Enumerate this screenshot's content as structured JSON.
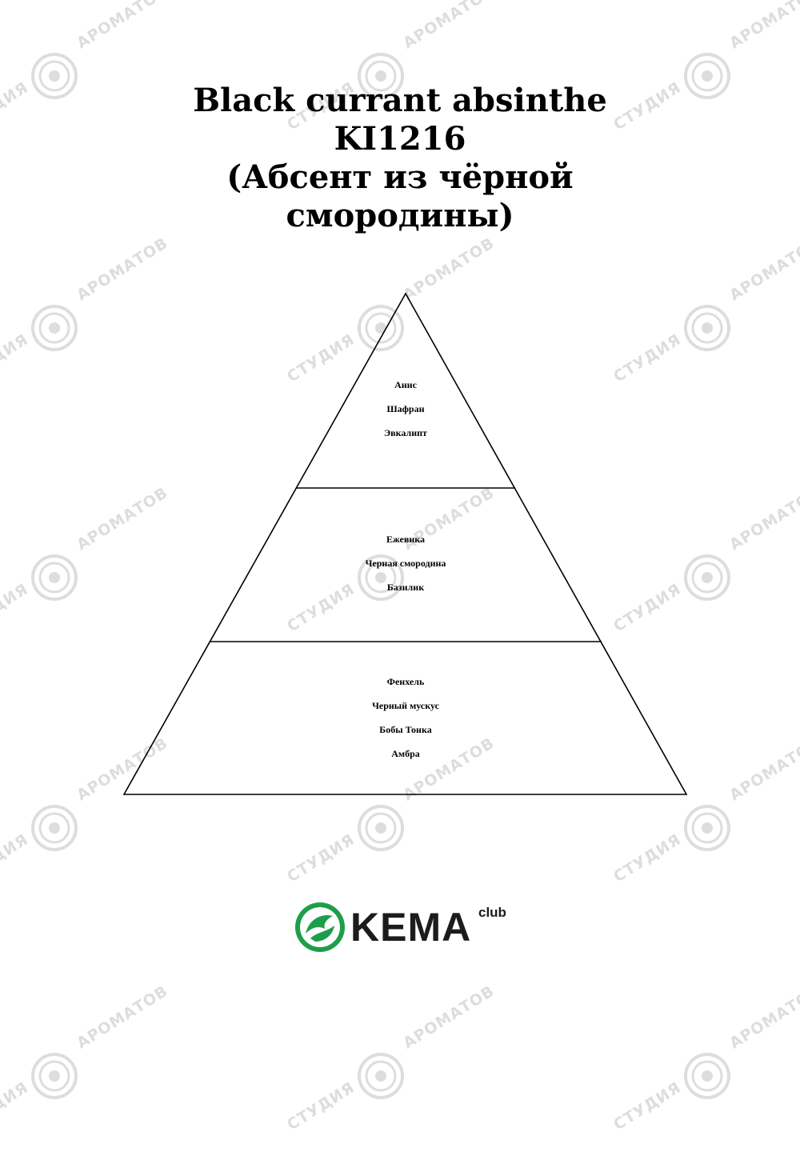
{
  "title": {
    "line1": "Black currant absinthe",
    "line2": "KI1216",
    "line3": "(Абсент из чёрной",
    "line4": "смородины)"
  },
  "pyramid": {
    "top": [
      "Анис",
      "Шафран",
      "Эвкалипт"
    ],
    "middle": [
      "Ежевика",
      "Черная смородина",
      "Базилик"
    ],
    "base": [
      "Фенхель",
      "Черный мускус",
      "Бобы Тонка",
      "Амбра"
    ]
  },
  "watermark": {
    "text_a": "АРОМАТОВ",
    "text_b": "СТУДИЯ"
  },
  "logo": {
    "name": "KEMA",
    "sub": "club",
    "brand_color": "#1e9e4a"
  }
}
